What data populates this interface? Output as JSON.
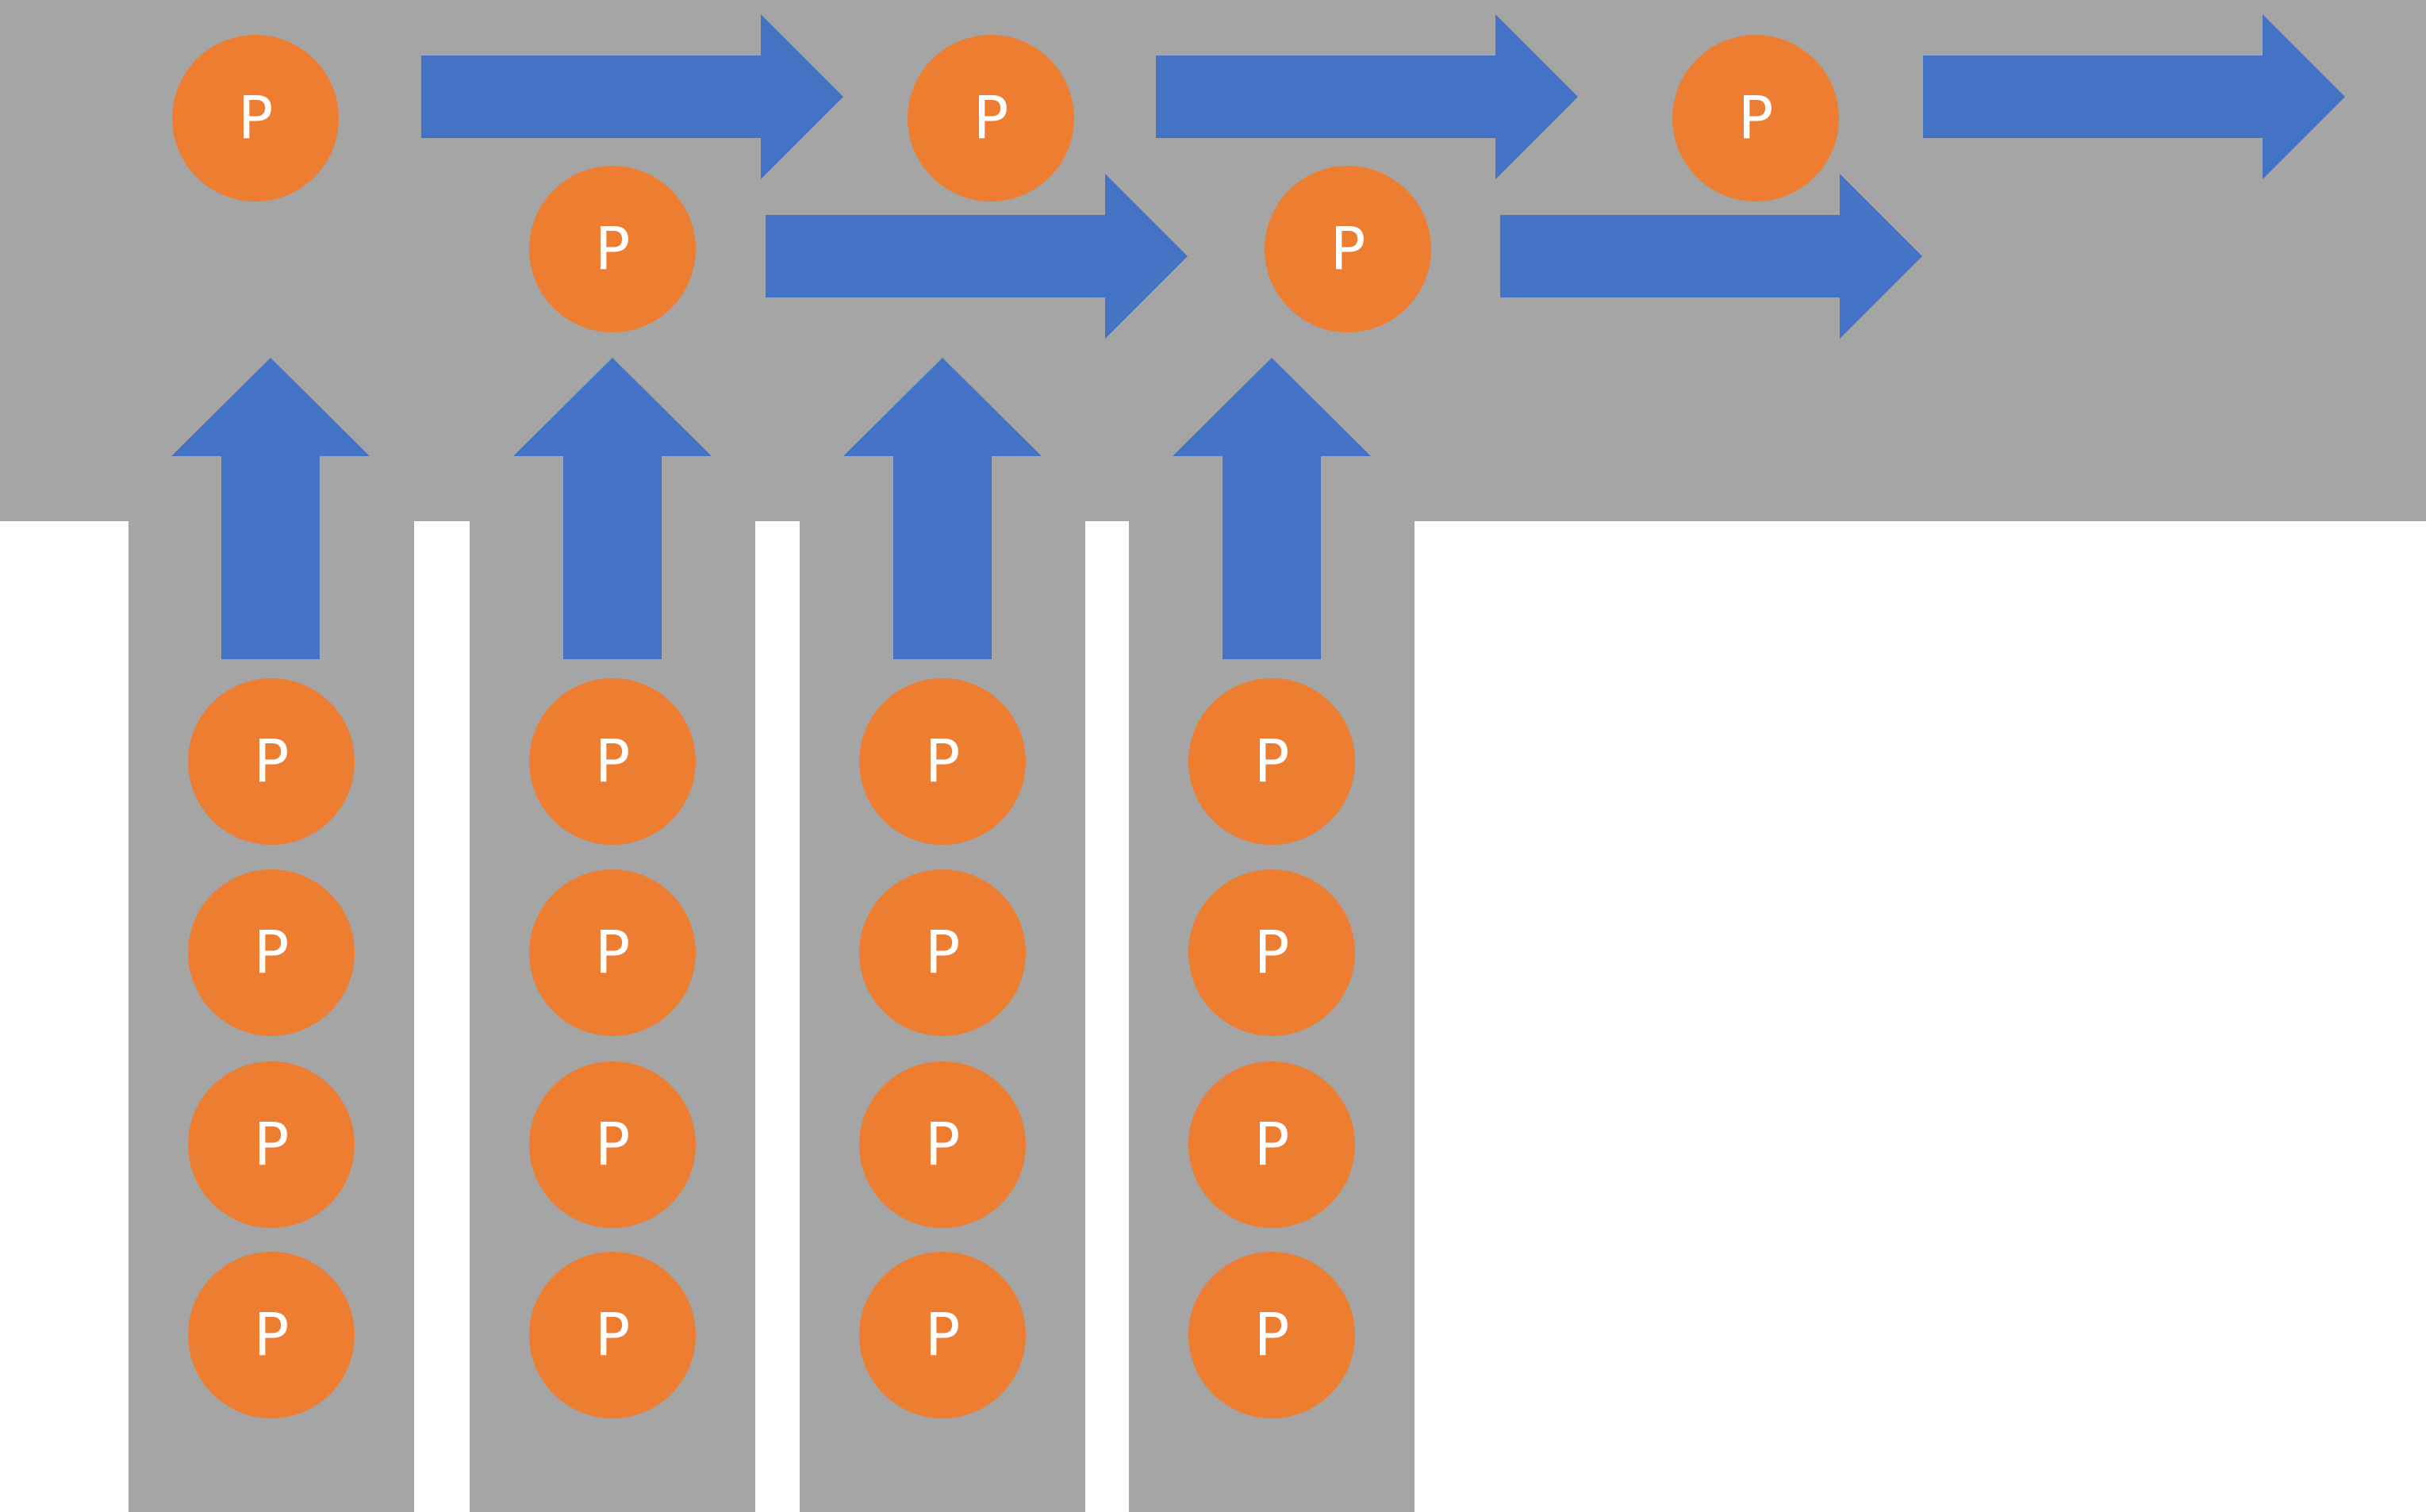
{
  "diagram": {
    "node_label": "P",
    "main_lane_nodes": 5,
    "feeder_lanes": [
      {
        "nodes": 4
      },
      {
        "nodes": 4
      },
      {
        "nodes": 4
      },
      {
        "nodes": 4
      }
    ],
    "colors": {
      "lane": "#a5a5a5",
      "arrow": "#4472c4",
      "node": "#ed7d31",
      "node_text": "#ffffff",
      "background": "#ffffff"
    }
  }
}
